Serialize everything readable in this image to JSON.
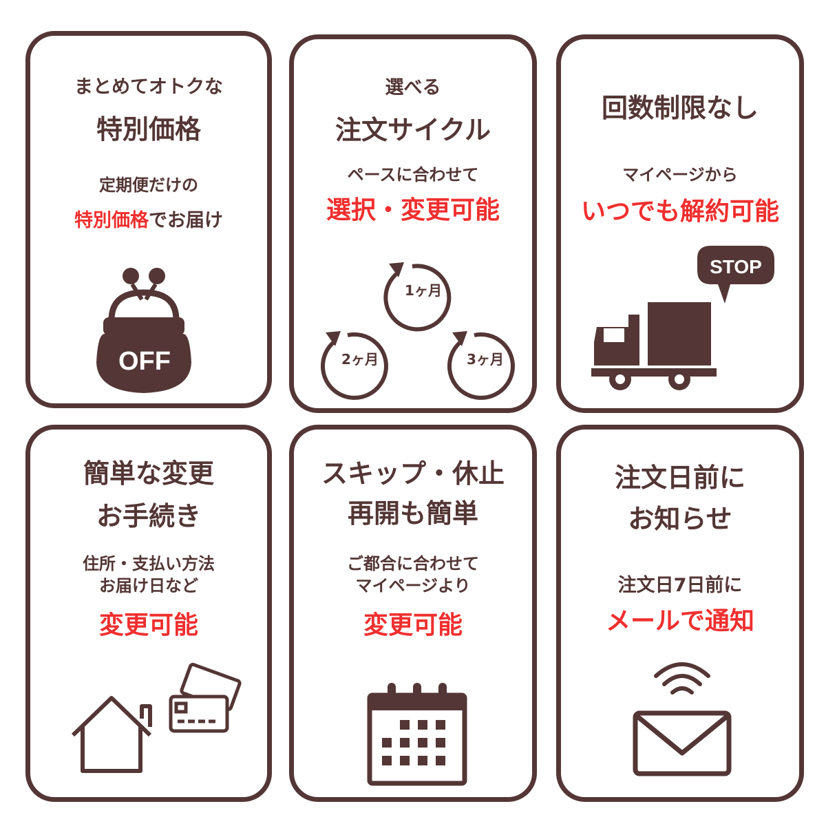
{
  "colors": {
    "brown": "#533635",
    "accent_red": "#f12e2e",
    "background": "#ffffff"
  },
  "cards": [
    {
      "title": [
        "まとめてオトクな",
        "特別価格"
      ],
      "body_prefix": "定期便だけの",
      "body_red": "特別価格",
      "body_suffix": "でお届け",
      "icon": "coin-purse-icon",
      "icon_label": "OFF"
    },
    {
      "title": [
        "選べる",
        "注文サイクル"
      ],
      "body": "ペースに合わせて",
      "red": "選択・変更可能",
      "icon": "cycle-arrows-icon",
      "cycles": [
        "1ヶ月",
        "2ヶ月",
        "3ヶ月"
      ]
    },
    {
      "title": [
        "回数制限なし"
      ],
      "body": "マイページから",
      "red": "いつでも解約可能",
      "icon": "delivery-truck-icon",
      "icon_label": "STOP"
    },
    {
      "title": [
        "簡単な変更",
        "お手続き"
      ],
      "body": [
        "住所・支払い方法",
        "お届け日など"
      ],
      "red": "変更可能",
      "icon": "house-and-card-icon"
    },
    {
      "title": [
        "スキップ・休止",
        "再開も簡単"
      ],
      "body": [
        "ご都合に合わせて",
        "マイページより"
      ],
      "red": "変更可能",
      "icon": "calendar-icon"
    },
    {
      "title": [
        "注文日前に",
        "お知らせ"
      ],
      "body": "注文日7日前に",
      "red": "メールで通知",
      "icon": "email-notification-icon"
    }
  ]
}
